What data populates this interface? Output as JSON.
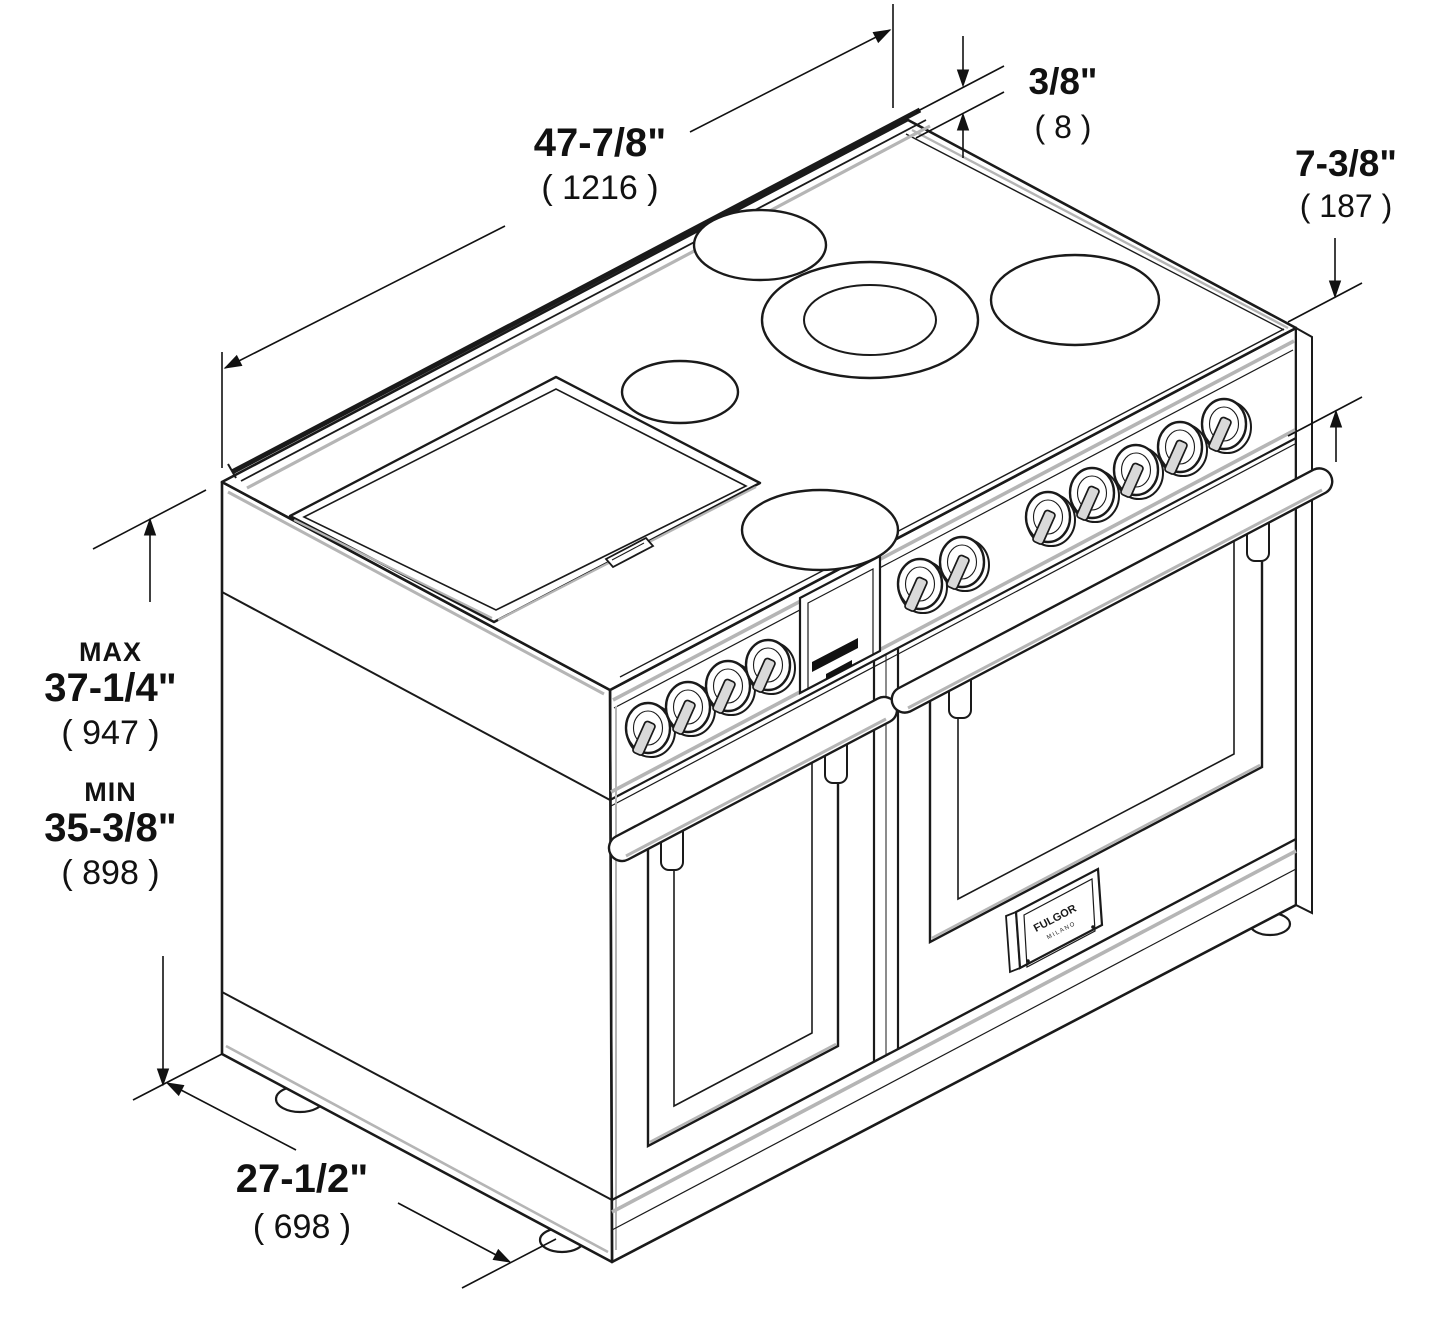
{
  "page": {
    "background": "#ffffff",
    "line_color": "#1a1a1a",
    "accent_gray": "#b5b5b5"
  },
  "drawing": {
    "badge": {
      "line1": "FULGOR",
      "line2": "MILANO"
    },
    "dimensions": {
      "width": {
        "imperial": "47-7/8\"",
        "metric": "( 1216 )"
      },
      "backguard_trim": {
        "imperial": "3/8\"",
        "metric": "( 8 )"
      },
      "control_panel": {
        "imperial": "7-3/8\"",
        "metric": "( 187 )"
      },
      "height_max": {
        "qualifier": "MAX",
        "imperial": "37-1/4\"",
        "metric": "( 947 )"
      },
      "height_min": {
        "qualifier": "MIN",
        "imperial": "35-3/8\"",
        "metric": "( 898 )"
      },
      "depth": {
        "imperial": "27-1/2\"",
        "metric": "( 698 )"
      }
    },
    "features": {
      "burners": 5,
      "control_knobs": 11,
      "oven_doors": 2,
      "griddle": true
    }
  }
}
